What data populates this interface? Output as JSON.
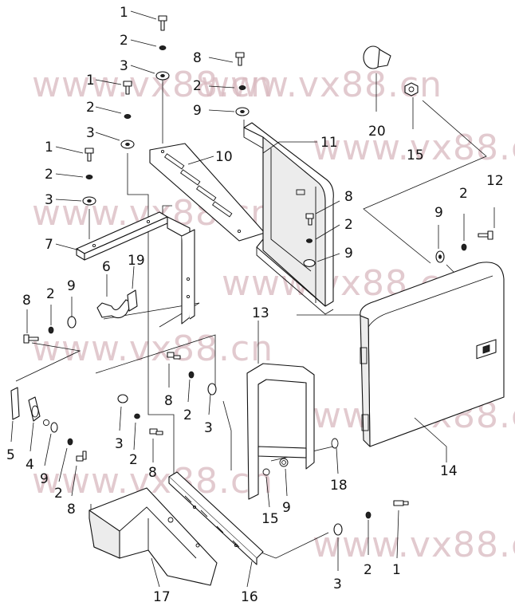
{
  "watermark": {
    "text": "www.vx88.cn"
  },
  "callouts": [
    {
      "label": "1"
    },
    {
      "label": "2"
    },
    {
      "label": "3"
    },
    {
      "label": "1"
    },
    {
      "label": "2"
    },
    {
      "label": "3"
    },
    {
      "label": "1"
    },
    {
      "label": "2"
    },
    {
      "label": "3"
    },
    {
      "label": "8"
    },
    {
      "label": "2"
    },
    {
      "label": "9"
    },
    {
      "label": "10"
    },
    {
      "label": "11"
    },
    {
      "label": "20"
    },
    {
      "label": "15"
    },
    {
      "label": "12"
    },
    {
      "label": "8"
    },
    {
      "label": "2"
    },
    {
      "label": "9"
    },
    {
      "label": "9"
    },
    {
      "label": "2"
    },
    {
      "label": "7"
    },
    {
      "label": "6"
    },
    {
      "label": "19"
    },
    {
      "label": "8"
    },
    {
      "label": "2"
    },
    {
      "label": "9"
    },
    {
      "label": "13"
    },
    {
      "label": "14"
    },
    {
      "label": "8"
    },
    {
      "label": "2"
    },
    {
      "label": "3"
    },
    {
      "label": "3"
    },
    {
      "label": "2"
    },
    {
      "label": "8"
    },
    {
      "label": "5"
    },
    {
      "label": "4"
    },
    {
      "label": "9"
    },
    {
      "label": "2"
    },
    {
      "label": "8"
    },
    {
      "label": "18"
    },
    {
      "label": "15"
    },
    {
      "label": "9"
    },
    {
      "label": "17"
    },
    {
      "label": "16"
    },
    {
      "label": "3"
    },
    {
      "label": "2"
    },
    {
      "label": "1"
    }
  ]
}
